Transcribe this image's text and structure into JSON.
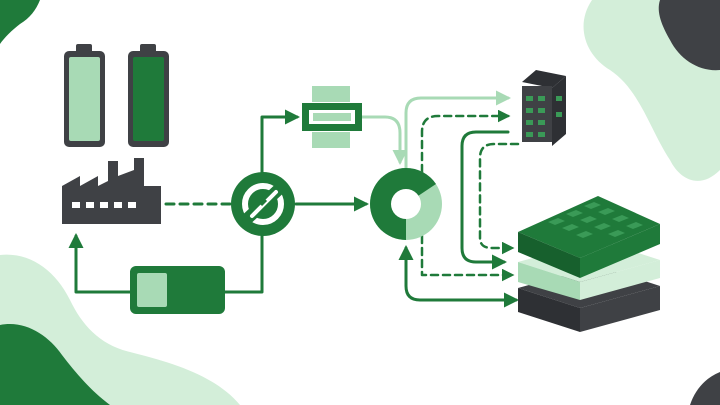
{
  "colors": {
    "dark_green": "#1f7a3a",
    "mid_green": "#3a9a57",
    "light_green": "#a8dab5",
    "pale_green": "#d3eed9",
    "charcoal": "#3f4145",
    "charcoal_dark": "#2e3034",
    "background": "#ffffff"
  },
  "nodes": [
    {
      "id": "battery-light",
      "icon": "battery-icon"
    },
    {
      "id": "battery-dark",
      "icon": "battery-icon"
    },
    {
      "id": "factory",
      "icon": "factory-icon"
    },
    {
      "id": "storage-module",
      "icon": "battery-module-icon"
    },
    {
      "id": "converter",
      "icon": "exchange-icon"
    },
    {
      "id": "filter",
      "icon": "filter-module-icon"
    },
    {
      "id": "processing-ring",
      "icon": "ring-icon"
    },
    {
      "id": "building",
      "icon": "building-icon"
    },
    {
      "id": "layered-stack",
      "icon": "layer-stack-icon"
    }
  ],
  "connections": [
    {
      "from": "factory",
      "to": "converter",
      "style": "dashed"
    },
    {
      "from": "storage-module",
      "to": "factory",
      "style": "solid"
    },
    {
      "from": "storage-module",
      "to": "converter",
      "style": "solid"
    },
    {
      "from": "converter",
      "to": "filter",
      "style": "solid"
    },
    {
      "from": "converter",
      "to": "processing-ring",
      "style": "solid"
    },
    {
      "from": "filter",
      "to": "processing-ring",
      "style": "solid"
    },
    {
      "from": "processing-ring",
      "to": "building",
      "style": "solid"
    },
    {
      "from": "processing-ring",
      "to": "building",
      "style": "dashed"
    },
    {
      "from": "processing-ring",
      "to": "layered-stack",
      "style": "dashed"
    },
    {
      "from": "layered-stack",
      "to": "processing-ring",
      "style": "solid"
    },
    {
      "from": "building",
      "to": "layered-stack",
      "style": "solid"
    },
    {
      "from": "building",
      "to": "layered-stack",
      "style": "dashed"
    }
  ]
}
